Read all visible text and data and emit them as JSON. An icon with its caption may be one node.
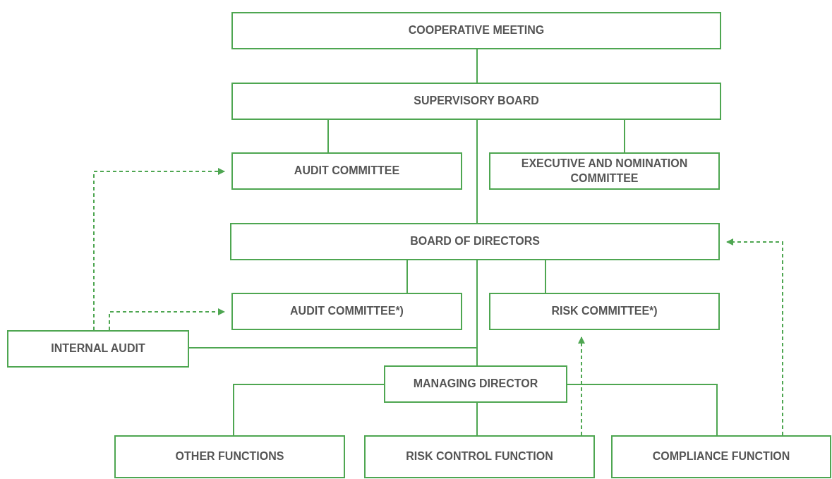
{
  "diagram": {
    "nodes": [
      {
        "text": [
          "COOPERATIVE MEETING"
        ]
      },
      {
        "text": [
          "SUPERVISORY BOARD"
        ]
      },
      {
        "text": [
          "AUDIT COMMITTEE"
        ]
      },
      {
        "text": [
          "EXECUTIVE AND NOMINATION COMMITTEE"
        ]
      },
      {
        "text": [
          "BOARD OF DIRECTORS"
        ]
      },
      {
        "text": [
          "AUDIT COMMITTEE*)"
        ]
      },
      {
        "text": [
          "RISK COMMITTEE*)"
        ]
      },
      {
        "text": [
          "INTERNAL AUDIT"
        ]
      },
      {
        "text": [
          "MANAGING DIRECTOR"
        ]
      },
      {
        "text": [
          "OTHER FUNCTIONS"
        ]
      },
      {
        "text": [
          "RISK CONTROL FUNCTION"
        ]
      },
      {
        "text": [
          "COMPLIANCE FUNCTION"
        ]
      }
    ],
    "edges": [
      {
        "from": 0,
        "to": 1,
        "arrow": "none"
      },
      {
        "from": 1,
        "to": 2,
        "arrow": "none"
      },
      {
        "from": 1,
        "to": 3,
        "arrow": "none"
      },
      {
        "from": 1,
        "to": 4,
        "arrow": "none"
      },
      {
        "from": 4,
        "to": 5,
        "arrow": "none"
      },
      {
        "from": 4,
        "to": 6,
        "arrow": "none"
      },
      {
        "from": 4,
        "to": 8,
        "arrow": "none"
      },
      {
        "from": 7,
        "to": 4,
        "arrow": "none"
      },
      {
        "from": 8,
        "to": 9,
        "arrow": "none"
      },
      {
        "from": 8,
        "to": 10,
        "arrow": "none"
      },
      {
        "from": 8,
        "to": 11,
        "arrow": "none"
      },
      {
        "from": 7,
        "to": 2,
        "arrow": "to",
        "style": "dashed"
      },
      {
        "from": 7,
        "to": 5,
        "arrow": "to",
        "style": "dashed"
      },
      {
        "from": 10,
        "to": 6,
        "arrow": "to",
        "style": "dashed"
      },
      {
        "from": 11,
        "to": 4,
        "arrow": "to",
        "style": "dashed"
      }
    ]
  }
}
